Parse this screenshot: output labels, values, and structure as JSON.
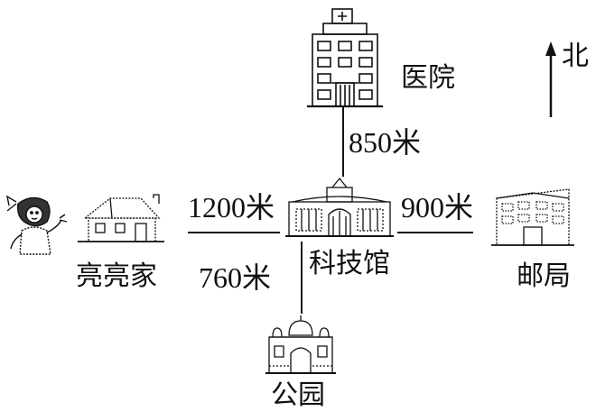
{
  "places": {
    "hospital": "医院",
    "science_museum": "科技馆",
    "liangliang_home": "亮亮家",
    "post_office": "邮局",
    "park": "公园"
  },
  "distances": {
    "to_hospital": "850米",
    "to_home": "1200米",
    "to_post_office": "900米",
    "to_park": "760米"
  },
  "compass": {
    "north_label": "北"
  },
  "icons": [
    "hospital-building-icon",
    "science-museum-building-icon",
    "house-icon",
    "girl-figure-icon",
    "post-office-building-icon",
    "park-temple-icon",
    "north-arrow-icon"
  ]
}
